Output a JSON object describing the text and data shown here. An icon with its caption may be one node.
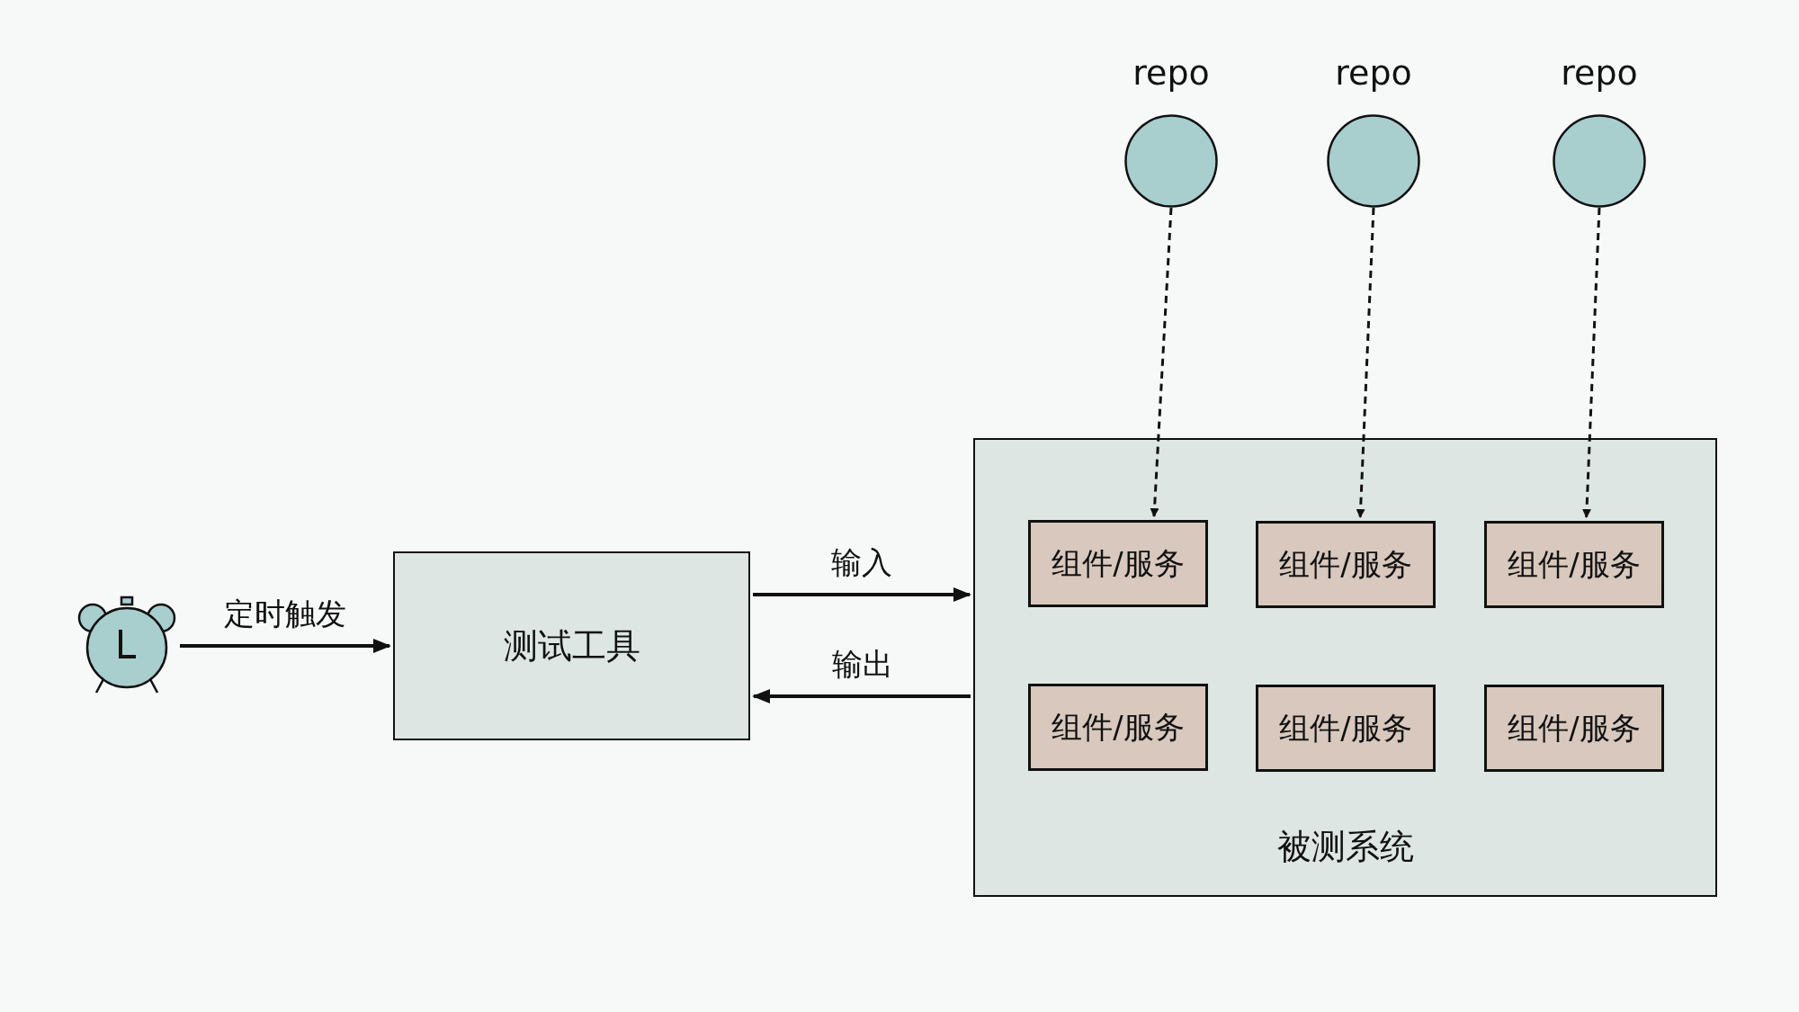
{
  "diagram": {
    "nodes": [
      {
        "text": [
          "repo"
        ]
      },
      {
        "text": [
          "repo"
        ]
      },
      {
        "text": [
          "repo"
        ]
      },
      {
        "text": [],
        "shape": "picture"
      },
      {
        "text": [
          "测试工具"
        ]
      },
      {
        "text": [
          "被测系统"
        ]
      },
      {
        "text": [
          "组件/服务"
        ],
        "in": 5
      },
      {
        "text": [
          "组件/服务"
        ],
        "in": 5
      },
      {
        "text": [
          "组件/服务"
        ],
        "in": 5
      },
      {
        "text": [
          "组件/服务"
        ],
        "in": 5
      },
      {
        "text": [
          "组件/服务"
        ],
        "in": 5
      },
      {
        "text": [
          "组件/服务"
        ],
        "in": 5
      }
    ],
    "edges": [
      {
        "from": 3,
        "to": 4,
        "arrow": "to",
        "label": "定时触发"
      },
      {
        "from": 4,
        "to": 5,
        "arrow": "to",
        "label": "输入"
      },
      {
        "from": 5,
        "to": 4,
        "arrow": "to",
        "label": "输出"
      },
      {
        "from": 0,
        "to": 6,
        "arrow": "to",
        "style": "dashed"
      },
      {
        "from": 1,
        "to": 7,
        "arrow": "to",
        "style": "dashed"
      },
      {
        "from": 2,
        "to": 8,
        "arrow": "to",
        "style": "dashed"
      }
    ]
  }
}
